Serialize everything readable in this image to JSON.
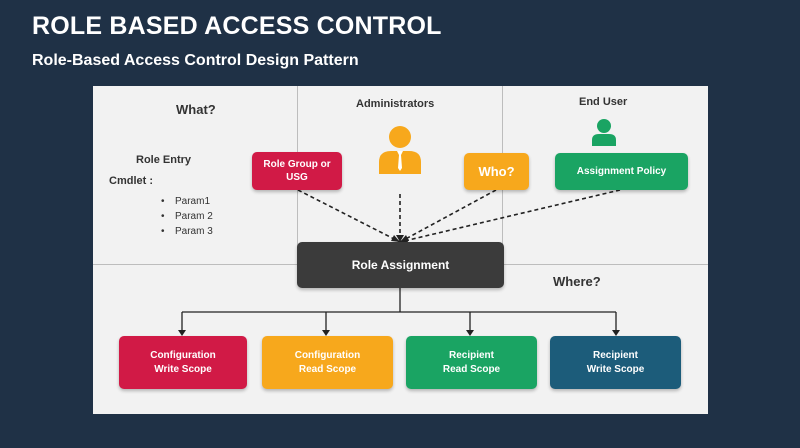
{
  "header": {
    "title": "ROLE BASED ACCESS CONTROL",
    "subtitle": "Role-Based Access Control Design Pattern"
  },
  "sections": {
    "what": "What?",
    "administrators": "Administrators",
    "end_user": "End User",
    "where": "Where?"
  },
  "role_entry": {
    "heading": "Role Entry",
    "cmdlet": "Cmdlet :",
    "params": [
      "Param1",
      "Param 2",
      "Param 3"
    ]
  },
  "boxes": {
    "role_group": "Role Group or USG",
    "who": "Who?",
    "assignment_policy": "Assignment Policy",
    "role_assignment": "Role Assignment",
    "config_write": "Configuration Write Scope",
    "config_read": "Configuration Read Scope",
    "recipient_read": "Recipient Read Scope",
    "recipient_write": "Recipient Write Scope"
  },
  "colors": {
    "background": "#1f3146",
    "panel": "#f2f2f2",
    "red": "#d11a46",
    "orange": "#f7a81c",
    "green": "#1aa463",
    "teal": "#1c5c7a",
    "dark": "#3b3b3b"
  },
  "icons": {
    "administrator": "person-with-tie-icon",
    "end_user": "person-icon"
  }
}
